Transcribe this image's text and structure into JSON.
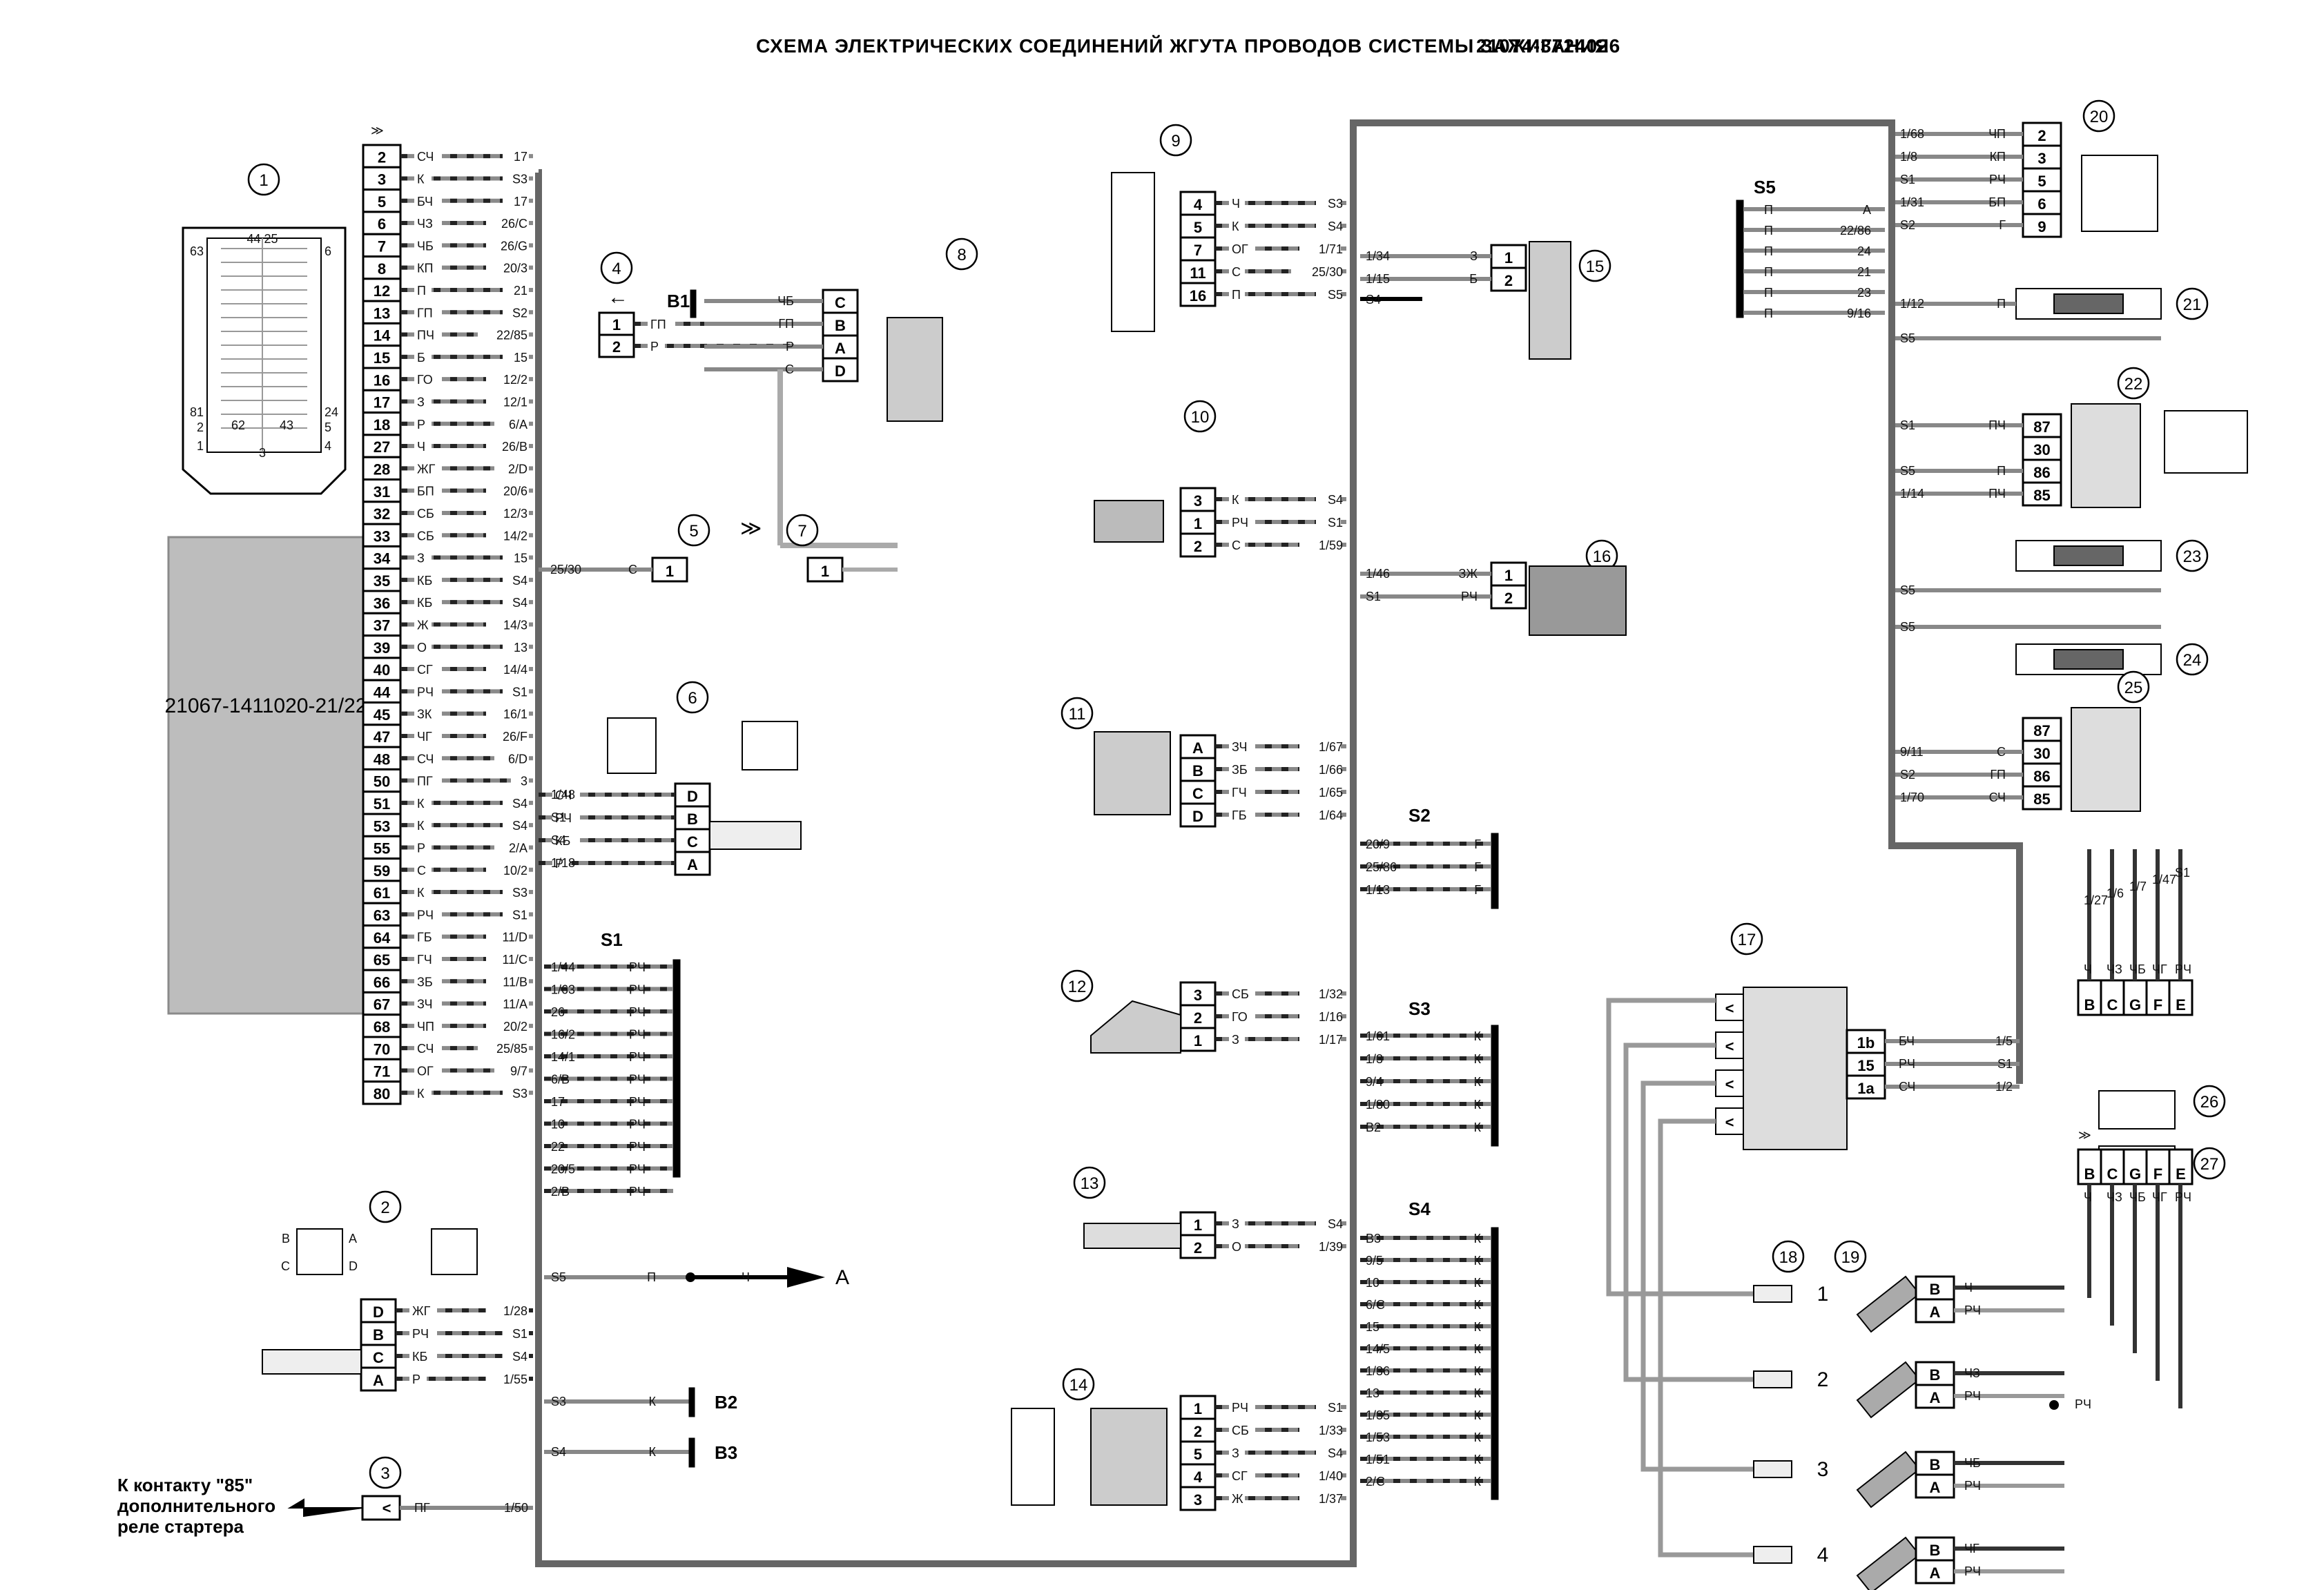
{
  "title": "СХЕМА ЭЛЕКТРИЧЕСКИХ СОЕДИНЕНИЙ ЖГУТА ПРОВОДОВ СИСТЕМЫ ЗАЖИГАНИЯ",
  "part_number": "21074-3724026",
  "ecu_label": "21067-1411020-21/22",
  "note": [
    "К контакту  \"85\"",
    "дополнительного",
    "реле стартера"
  ],
  "arrow_label": "А",
  "ecu_connector": {
    "pins": [
      "2",
      "3",
      "5",
      "6",
      "7",
      "8",
      "12",
      "13",
      "14",
      "15",
      "16",
      "17",
      "18",
      "27",
      "28",
      "31",
      "32",
      "33",
      "34",
      "35",
      "36",
      "37",
      "39",
      "40",
      "44",
      "45",
      "47",
      "48",
      "50",
      "51",
      "53",
      "55",
      "59",
      "61",
      "63",
      "64",
      "65",
      "66",
      "67",
      "68",
      "70",
      "71",
      "80"
    ],
    "wires": [
      "СЧ",
      "К",
      "БЧ",
      "ЧЗ",
      "ЧБ",
      "КП",
      "П",
      "ГП",
      "ПЧ",
      "Б",
      "ГО",
      "З",
      "Р",
      "Ч",
      "ЖГ",
      "БП",
      "СБ",
      "СБ",
      "З",
      "КБ",
      "КБ",
      "Ж",
      "О",
      "СГ",
      "РЧ",
      "ЗК",
      "ЧГ",
      "СЧ",
      "ПГ",
      "К",
      "К",
      "Р",
      "С",
      "К",
      "РЧ",
      "ГБ",
      "ГЧ",
      "ЗБ",
      "ЗЧ",
      "ЧП",
      "СЧ",
      "ОГ",
      "К"
    ],
    "dests": [
      "17",
      "S3",
      "17",
      "26/C",
      "26/G",
      "20/3",
      "21",
      "S2",
      "22/85",
      "15",
      "12/2",
      "12/1",
      "6/A",
      "26/B",
      "2/D",
      "20/6",
      "12/3",
      "14/2",
      "15",
      "S4",
      "S4",
      "14/3",
      "13",
      "14/4",
      "S1",
      "16/1",
      "26/F",
      "6/D",
      "3",
      "S4",
      "S4",
      "2/A",
      "10/2",
      "S3",
      "S1",
      "11/D",
      "11/C",
      "11/B",
      "11/A",
      "20/2",
      "25/85",
      "9/7",
      "S3"
    ]
  },
  "components": [
    "1",
    "2",
    "3",
    "4",
    "5",
    "6",
    "7",
    "8",
    "9",
    "10",
    "11",
    "12",
    "13",
    "14",
    "15",
    "16",
    "17",
    "18",
    "19",
    "20",
    "21",
    "22",
    "23",
    "24",
    "25",
    "26",
    "27"
  ],
  "splices": {
    "s1": "S1",
    "s2": "S2",
    "s3": "S3",
    "s4": "S4",
    "s5": "S5",
    "b1": "B1",
    "b2": "B2",
    "b3": "B3"
  },
  "s1_wires": [
    "1/44",
    "1/63",
    "26",
    "16/2",
    "14/1",
    "6/B",
    "17",
    "10",
    "22",
    "20/5",
    "2/B"
  ],
  "s2_wires": [
    "20/9",
    "25/86",
    "1/13"
  ],
  "s3_wires": [
    "1/61",
    "1/3",
    "9/4",
    "1/80",
    "B2"
  ],
  "s4_wires": [
    "B3",
    "9/5",
    "10",
    "6/C",
    "15",
    "14/5",
    "1/36",
    "13",
    "1/35",
    "1/53",
    "1/51",
    "2/C"
  ],
  "s5_wires": [
    "A",
    "22/86",
    "24",
    "21",
    "23",
    "9/16"
  ],
  "c2": {
    "pins": [
      "D",
      "B",
      "C",
      "A"
    ],
    "wires": [
      "ЖГ",
      "РЧ",
      "КБ",
      "Р"
    ],
    "dests": [
      "1/28",
      "S1",
      "S4",
      "1/55"
    ]
  },
  "c4": {
    "pins": [
      "1",
      "2"
    ],
    "wires": [
      "ГП",
      "Р"
    ]
  },
  "c8": {
    "pins": [
      "C",
      "B",
      "A",
      "D"
    ],
    "wires": [
      "ЧБ",
      "ГП",
      "Р",
      "С"
    ]
  },
  "c6": {
    "pins": [
      "D",
      "B",
      "C",
      "A"
    ],
    "wires": [
      "СЧ",
      "РЧ",
      "КБ",
      "Р"
    ],
    "dests": [
      "1/48",
      "S1",
      "S4",
      "1/18"
    ]
  },
  "c9": {
    "pins": [
      "4",
      "5",
      "7",
      "11",
      "16"
    ],
    "wires": [
      "Ч",
      "К",
      "ОГ",
      "С",
      "П"
    ],
    "dests": [
      "S3",
      "S4",
      "1/71",
      "25/30",
      "S5"
    ]
  },
  "c10": {
    "pins": [
      "3",
      "1",
      "2"
    ],
    "wires": [
      "К",
      "РЧ",
      "С"
    ],
    "dests": [
      "S4",
      "S1",
      "1/59"
    ]
  },
  "c11": {
    "pins": [
      "A",
      "B",
      "C",
      "D"
    ],
    "wires": [
      "ЗЧ",
      "ЗБ",
      "ГЧ",
      "ГБ"
    ],
    "dests": [
      "1/67",
      "1/66",
      "1/65",
      "1/64"
    ]
  },
  "c12": {
    "pins": [
      "3",
      "2",
      "1"
    ],
    "wires": [
      "СБ",
      "ГО",
      "З"
    ],
    "dests": [
      "1/32",
      "1/16",
      "1/17"
    ]
  },
  "c13": {
    "pins": [
      "1",
      "2"
    ],
    "wires": [
      "З",
      "О"
    ],
    "dests": [
      "S4",
      "1/39"
    ]
  },
  "c14": {
    "pins": [
      "1",
      "2",
      "5",
      "4",
      "3"
    ],
    "wires": [
      "РЧ",
      "СБ",
      "З",
      "СГ",
      "Ж"
    ],
    "dests": [
      "S1",
      "1/33",
      "S4",
      "1/40",
      "1/37"
    ]
  },
  "c15": {
    "pins": [
      "1",
      "2"
    ],
    "wires": [
      "З",
      "Б"
    ],
    "dests": [
      "1/34",
      "1/15"
    ]
  },
  "c16": {
    "pins": [
      "1",
      "2"
    ],
    "wires": [
      "ЗЖ",
      "РЧ"
    ],
    "dests": [
      "1/46",
      "S1"
    ]
  },
  "c17": {
    "pins": [
      "1b",
      "15",
      "1a"
    ],
    "wires": [
      "БЧ",
      "РЧ",
      "СЧ"
    ],
    "dests": [
      "1/5",
      "S1",
      "1/2"
    ]
  },
  "c20": {
    "pins": [
      "2",
      "3",
      "5",
      "6",
      "9"
    ],
    "wires": [
      "ЧП",
      "КП",
      "РЧ",
      "БП",
      "Г"
    ],
    "dests": [
      "1/68",
      "1/8",
      "S1",
      "1/31",
      "S2"
    ]
  },
  "relay_pins": [
    "87",
    "30",
    "86",
    "85"
  ],
  "c26": {
    "pins": [
      "B",
      "C",
      "G",
      "F",
      "E"
    ],
    "wires": [
      "Ч",
      "ЧЗ",
      "ЧБ",
      "ЧГ",
      "РЧ"
    ],
    "dests": [
      "1/27",
      "1/6",
      "1/7",
      "1/47",
      "S1"
    ]
  },
  "inj_pins": [
    "B",
    "A"
  ],
  "inj_wires": [
    "Ч",
    "ЧЗ",
    "ЧБ",
    "ЧГ"
  ],
  "cyl": [
    "1",
    "2",
    "3",
    "4"
  ],
  "other": {
    "w25_30": "25/30",
    "c1_pins_top": "44 25",
    "c1_63": "63",
    "c1_6": "6",
    "c1_81": "81",
    "c1_24": "24",
    "c1_2": "2",
    "c1_62": "62",
    "c1_43": "43",
    "c1_5": "5",
    "c1_1": "1",
    "c1_3": "3",
    "c1_4": "4",
    "w150": "1/50",
    "w_pg": "ПГ",
    "w_s5": "S5",
    "w_p": "П",
    "w_ch": "Ч",
    "w_s3": "S3",
    "w_s4": "S4",
    "w_k": "К",
    "w_c": "С",
    "w_sch": "СЧ",
    "w_gp": "ГП",
    "w_r": "Р",
    "w_s1": "S1",
    "w_pch": "ПЧ",
    "w_1_12": "1/12",
    "w_1_14": "1/14",
    "w_9_11": "9/11",
    "w_5": "5",
    "w_1_70": "1/70",
    "w_s2": "S2"
  }
}
